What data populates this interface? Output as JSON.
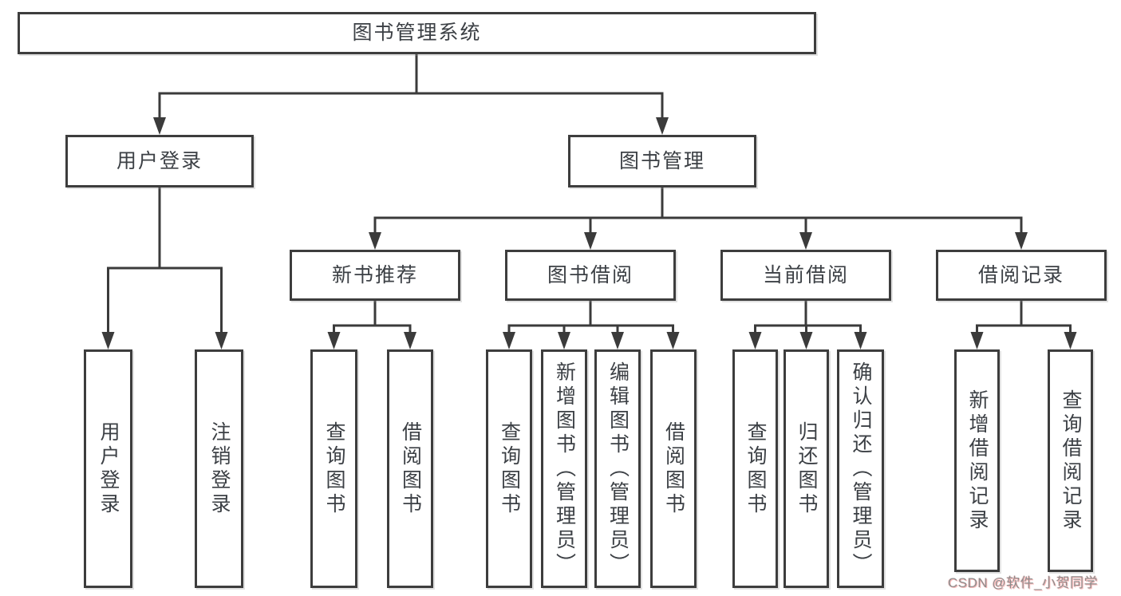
{
  "tree": {
    "label": "图书管理系统",
    "children": [
      {
        "label": "用户登录",
        "children": [
          {
            "label": "用户登录"
          },
          {
            "label": "注销登录"
          }
        ]
      },
      {
        "label": "图书管理",
        "children": [
          {
            "label": "新书推荐",
            "children": [
              {
                "label": "查询图书"
              },
              {
                "label": "借阅图书"
              }
            ]
          },
          {
            "label": "图书借阅",
            "children": [
              {
                "label": "查询图书"
              },
              {
                "label": "新增图书（管理员）"
              },
              {
                "label": "编辑图书（管理员）"
              },
              {
                "label": "借阅图书"
              }
            ]
          },
          {
            "label": "当前借阅",
            "children": [
              {
                "label": "查询图书"
              },
              {
                "label": "归还图书"
              },
              {
                "label": "确认归还（管理员）"
              }
            ]
          },
          {
            "label": "借阅记录",
            "children": [
              {
                "label": "新增借阅记录"
              },
              {
                "label": "查询借阅记录"
              }
            ]
          }
        ]
      }
    ]
  },
  "watermark": "CSDN @软件_小贺同学",
  "colors": {
    "line": "#3b3b3b",
    "border": "#3d3d3d",
    "text": "#3c4045",
    "watermark": "#8d8d8d"
  }
}
